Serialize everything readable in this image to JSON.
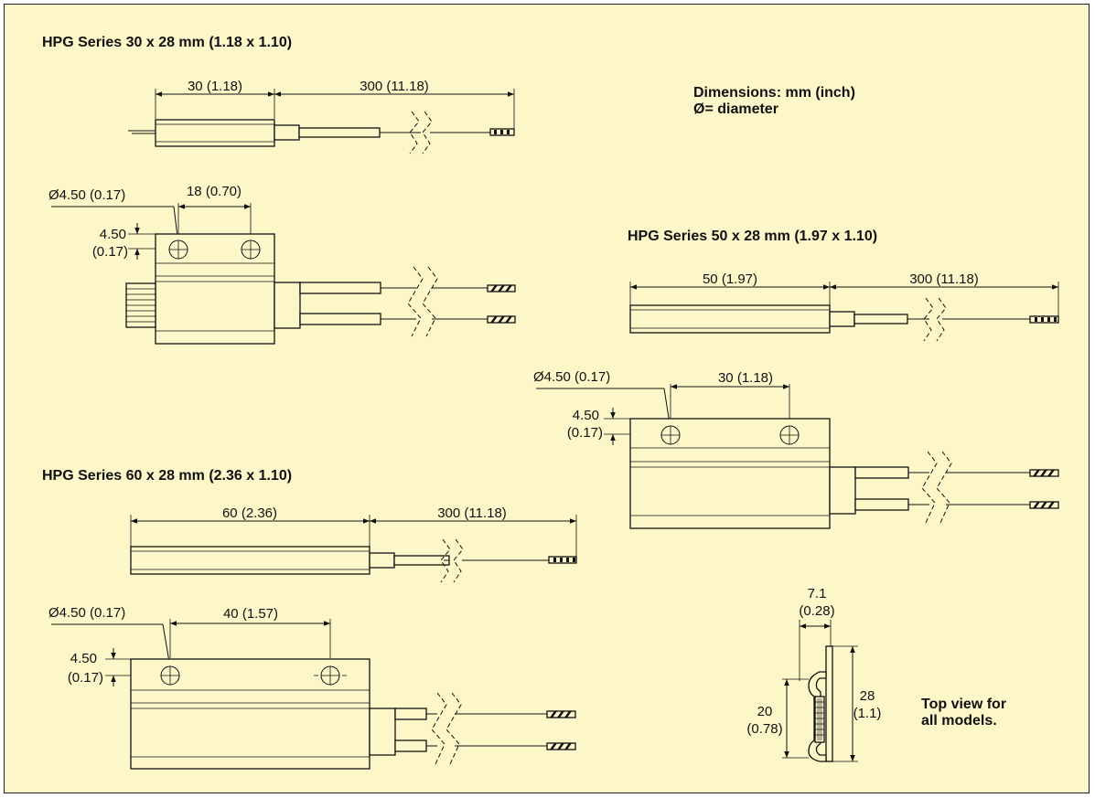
{
  "notes": {
    "dimensions_line1": "Dimensions: mm (inch)",
    "dimensions_line2": "Ø= diameter",
    "top_view_line1": "Top view for",
    "top_view_line2": "all models."
  },
  "hpg30": {
    "title": "HPG Series 30 x 28 mm (1.18 x 1.10)",
    "length": "30 (1.18)",
    "cable": "300 (11.18)",
    "hole_dia": "Ø4.50 (0.17)",
    "hole_spacing": "18 (0.70)",
    "edge_mm": "4.50",
    "edge_in": "(0.17)"
  },
  "hpg50": {
    "title": "HPG Series 50 x 28 mm (1.97 x 1.10)",
    "length": "50 (1.97)",
    "cable": "300 (11.18)",
    "hole_dia": "Ø4.50 (0.17)",
    "hole_spacing": "30 (1.18)",
    "edge_mm": "4.50",
    "edge_in": "(0.17)"
  },
  "hpg60": {
    "title": "HPG Series 60 x 28 mm (2.36 x 1.10)",
    "length": "60 (2.36)",
    "cable": "300 (11.18)",
    "hole_dia": "Ø4.50 (0.17)",
    "hole_spacing": "40 (1.57)",
    "edge_mm": "4.50",
    "edge_in": "(0.17)"
  },
  "top_view": {
    "thickness_mm": "7.1",
    "thickness_in": "(0.28)",
    "height_mm": "28",
    "height_in": "(1.1)",
    "inner_mm": "20",
    "inner_in": "(0.78)"
  }
}
